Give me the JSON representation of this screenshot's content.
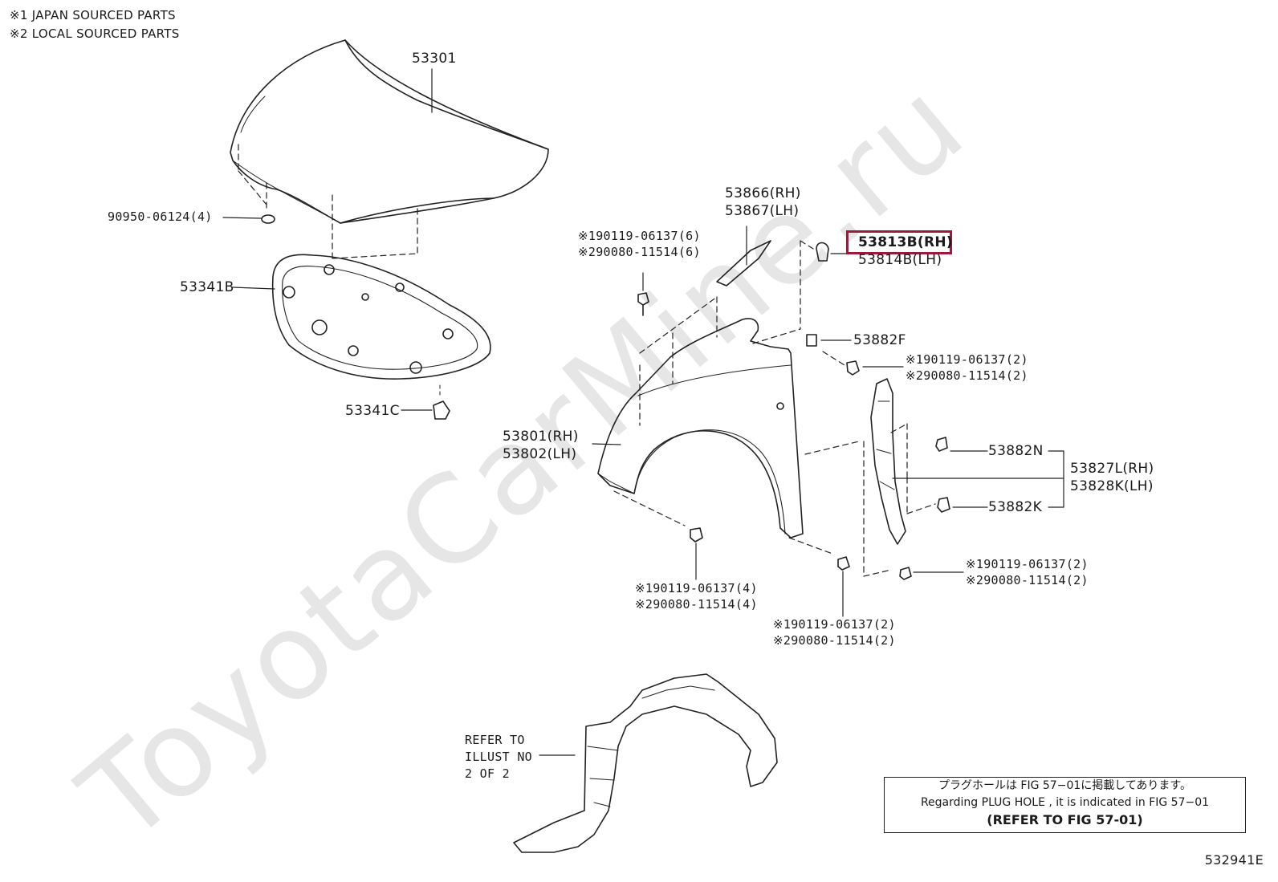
{
  "notes": {
    "note1": "※1 JAPAN SOURCED PARTS",
    "note2": "※2 LOCAL SOURCED PARTS"
  },
  "watermark": "ToyotaCarMine.ru",
  "parts": {
    "hood": "53301",
    "hood_seal": "90950-06124(4)",
    "insulator": "53341B",
    "insulator_clip": "53341C",
    "fender_rh": "53801(RH)",
    "fender_lh": "53802(LH)",
    "seal_rh": "53866(RH)",
    "seal_lh": "53867(LH)",
    "cushion_rh": "53813B(RH)",
    "cushion_lh": "53814B(LH)",
    "nut_53882f": "53882F",
    "bracket_rh": "53827L(RH)",
    "bracket_lh": "53828K(LH)",
    "clip_n": "53882N",
    "clip_k": "53882K"
  },
  "bolts": {
    "top_a": "※190119-06137(6)",
    "top_b": "※290080-11514(6)",
    "right_a": "※190119-06137(2)",
    "right_b": "※290080-11514(2)",
    "lowright_a": "※190119-06137(2)",
    "lowright_b": "※290080-11514(2)",
    "front_a": "※190119-06137(4)",
    "front_b": "※290080-11514(4)",
    "rear_a": "※190119-06137(2)",
    "rear_b": "※290080-11514(2)"
  },
  "refer": {
    "line1": "REFER TO",
    "line2": "ILLUST NO",
    "line3": "2 OF 2"
  },
  "notebox": {
    "jp": "プラグホールは FIG 57−01に掲載してあります。",
    "en": "Regarding PLUG HOLE , it is indicated in FIG 57−01",
    "ref": "(REFER TO FIG 57-01)"
  },
  "figure_code": "532941E",
  "highlight_color": "#9a1b3c"
}
